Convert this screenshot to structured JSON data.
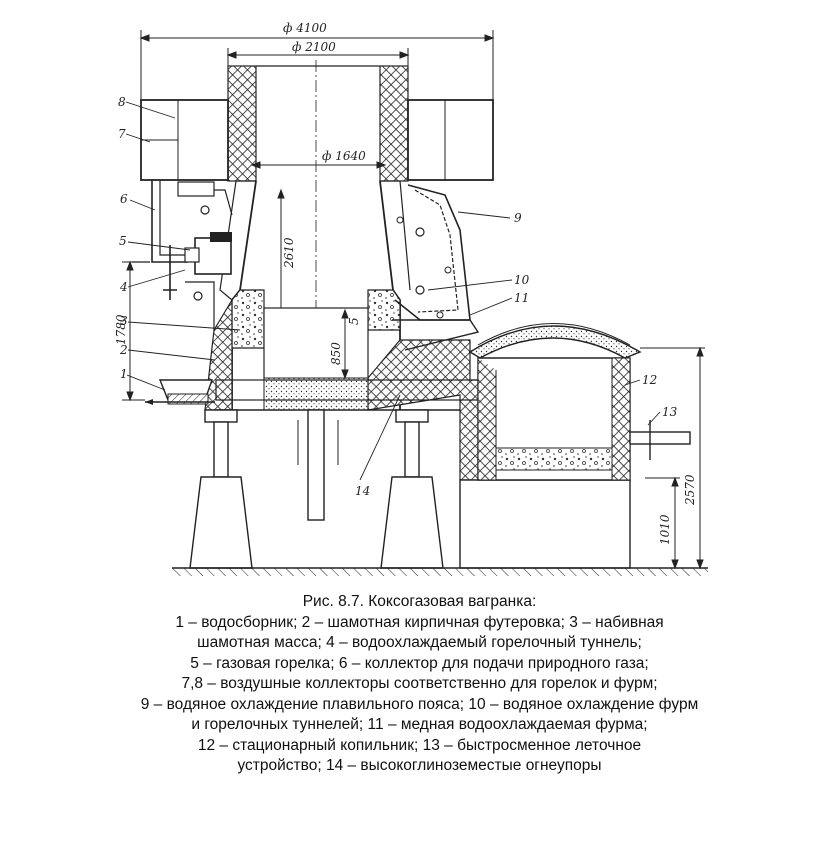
{
  "figure": {
    "dimensions": {
      "outer_diameter": "ф 4100",
      "shaft_diameter": "ф 2100",
      "inner_diameter": "ф 1640",
      "shaft_height": "2610",
      "side_height": "1780",
      "well_height": "850",
      "well_small": "5",
      "forehearth_level": "1010",
      "forehearth_height": "2570"
    },
    "callouts": [
      "1",
      "2",
      "3",
      "4",
      "5",
      "6",
      "7",
      "8",
      "9",
      "10",
      "11",
      "12",
      "13",
      "14"
    ]
  },
  "caption": {
    "title": "Рис. 8.7. Коксогазовая вагранка:",
    "lines": [
      "1 – водосборник; 2 – шамотная кирпичная футеровка; 3 – набивная",
      "шамотная масса; 4 – водоохлаждаемый горелочный туннель;",
      "5 – газовая горелка; 6 – коллектор для подачи природного газа;",
      "7,8 – воздушные коллекторы соответственно для горелок и фурм;",
      "9 – водяное охлаждение плавильного пояса; 10 – водяное охлаждение фурм",
      "и горелочных туннелей; 11 – медная водоохлаждаемая фурма;",
      "12 – стационарный копильник; 13 – быстросменное леточное",
      "устройство; 14 – высокоглиноземестые огнеупоры"
    ]
  }
}
